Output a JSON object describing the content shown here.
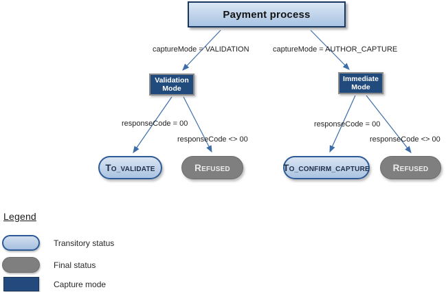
{
  "diagram": {
    "root_label": "Payment process",
    "modes": [
      {
        "label": "Validation Mode"
      },
      {
        "label": "Immediate Mode"
      }
    ],
    "edges": [
      {
        "label": "captureMode = VALIDATION"
      },
      {
        "label": "captureMode = AUTHOR_CAPTURE"
      },
      {
        "label": "responseCode = 00"
      },
      {
        "label": "responseCode <> 00"
      },
      {
        "label": "responseCode = 00"
      },
      {
        "label": "responseCode <> 00"
      }
    ],
    "statuses": [
      {
        "label": "TO_VALIDATE",
        "type": "transitory"
      },
      {
        "label": "REFUSED",
        "type": "final"
      },
      {
        "label": "TO_CONFIRM_CAPTURE",
        "type": "transitory"
      },
      {
        "label": "REFUSED",
        "type": "final"
      }
    ]
  },
  "legend": {
    "title": "Legend",
    "items": [
      {
        "label": "Transitory status"
      },
      {
        "label": "Final status"
      },
      {
        "label": "Capture mode"
      }
    ]
  },
  "colors": {
    "arrow": "#3c6da8",
    "capture_mode_fill": "#214a7d",
    "transitory_fill_top": "#d9e4f2",
    "transitory_fill_bottom": "#aac3e1",
    "transitory_border": "#2d5a96",
    "final_fill": "#7f7f7f",
    "root_border": "#17375e"
  }
}
